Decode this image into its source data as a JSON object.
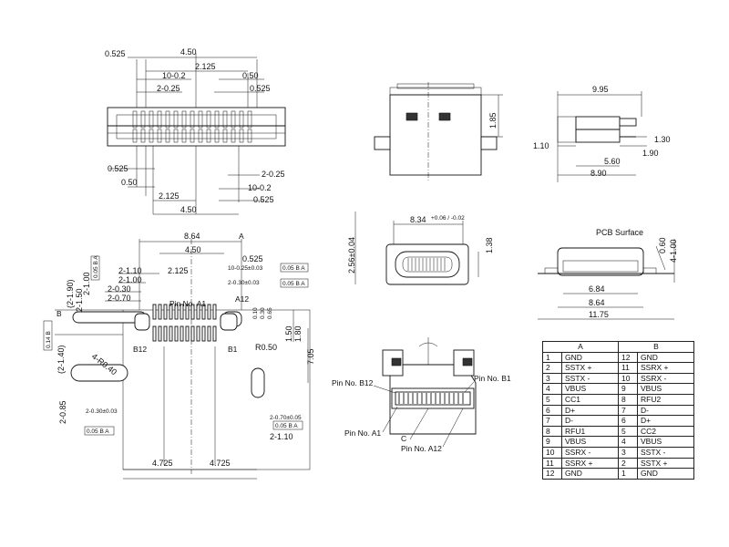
{
  "top_view": {
    "dims_top": [
      "0.525",
      "4.50",
      "2.125",
      "10-0.2",
      "0.50",
      "2-0.25",
      "0.525"
    ],
    "dims_bottom": [
      "0.525",
      "2-0.25",
      "0.50",
      "10-0.2",
      "2.125",
      "0.525",
      "4.50"
    ]
  },
  "front_view": {
    "height_dim": "1.85"
  },
  "side_view": {
    "dims": [
      "9.95",
      "1.30",
      "1.10",
      "1.90",
      "5.60",
      "8.90"
    ]
  },
  "opening_view": {
    "width_dim": "8.34",
    "width_tol": "+0.06 / -0.02",
    "height_dim": "2.56±0.04",
    "right_dim": "1.38"
  },
  "pcb_side_view": {
    "pcb_label": "PCB Surface",
    "dims": [
      "0.60",
      "4-1.00",
      "6.84",
      "8.64",
      "11.75"
    ]
  },
  "footprint": {
    "dims": [
      "8.64",
      "4.50",
      "0.525",
      "2.125",
      "2-1.10",
      "2-1.00",
      "2-0.30",
      "2-0.70",
      "10-0.25±0.03",
      "2-0.30±0.03",
      "0.10",
      "0.30",
      "0.65",
      "(2-1.40)",
      "2-0.85",
      "4-R0.40",
      "R0.50",
      "1.50",
      "1.80",
      "7.05",
      "2-0.30±0.03",
      "2-0.70±0.05",
      "2-1.10",
      "4.725",
      "4.725",
      "(2-1.90)",
      "2-1.50",
      "2-1.00"
    ],
    "gdt_callouts": [
      "0.05 B A",
      "0.05 B A",
      "0.05 B A",
      "0.05 B A",
      "0.14 B",
      "0.05 B A"
    ],
    "pin_a1": "Pin No. A1",
    "a12": "A12",
    "b12": "B12",
    "b1": "B1",
    "datum_a": "A",
    "datum_b": "B"
  },
  "iso_view": {
    "pin_b12": "Pin No. B12",
    "pin_b1": "Pin No. B1",
    "pin_a1": "Pin No. A1",
    "pin_a12": "Pin No. A12",
    "c": "C"
  },
  "pin_table": {
    "headers": [
      "A",
      "B"
    ],
    "rows": [
      [
        "1",
        "GND",
        "12",
        "GND"
      ],
      [
        "2",
        "SSTX +",
        "11",
        "SSRX +"
      ],
      [
        "3",
        "SSTX -",
        "10",
        "SSRX -"
      ],
      [
        "4",
        "VBUS",
        "9",
        "VBUS"
      ],
      [
        "5",
        "CC1",
        "8",
        "RFU2"
      ],
      [
        "6",
        "D+",
        "7",
        "D-"
      ],
      [
        "7",
        "D-",
        "6",
        "D+"
      ],
      [
        "8",
        "RFU1",
        "5",
        "CC2"
      ],
      [
        "9",
        "VBUS",
        "4",
        "VBUS"
      ],
      [
        "10",
        "SSRX -",
        "3",
        "SSTX -"
      ],
      [
        "11",
        "SSRX +",
        "2",
        "SSTX +"
      ],
      [
        "12",
        "GND",
        "1",
        "GND"
      ]
    ]
  }
}
